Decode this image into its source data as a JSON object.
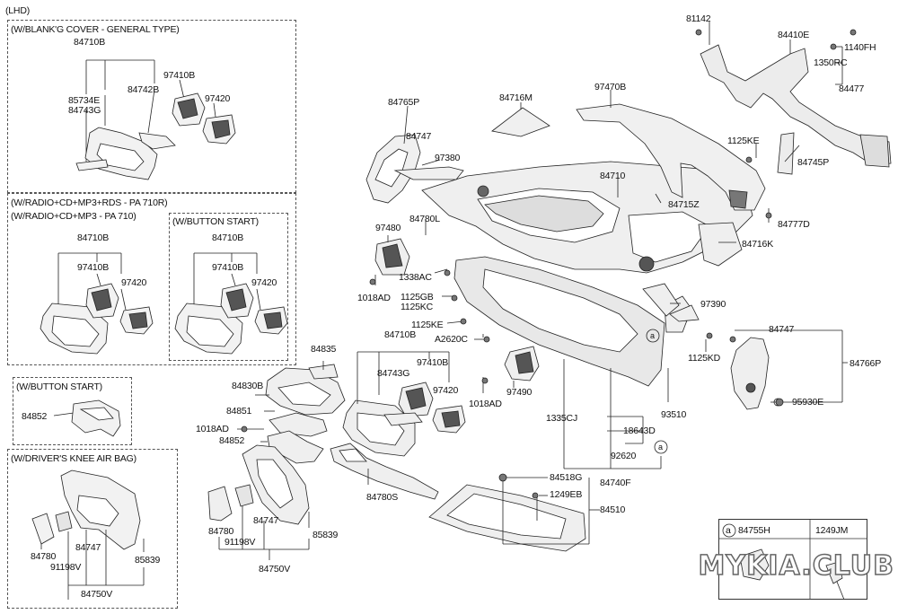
{
  "header": {
    "lhd": "(LHD)"
  },
  "boxes": {
    "blank_cover": "(W/BLANK'G COVER - GENERAL TYPE)",
    "radio_a": "(W/RADIO+CD+MP3+RDS - PA 710R)",
    "radio_b": "(W/RADIO+CD+MP3 - PA 710)",
    "button_start_inner": "(W/BUTTON START)",
    "button_start": "(W/BUTTON START)",
    "knee_airbag": "(W/DRIVER'S KNEE AIR BAG)"
  },
  "legend": {
    "circle": "a",
    "col1": "84755H",
    "col2": "1249JM"
  },
  "watermark": "MYKIA.CLUB",
  "labels": [
    "84710B",
    "85734E",
    "84743G",
    "84742B",
    "97410B",
    "97420",
    "84710B",
    "97410B",
    "97420",
    "84710B",
    "97410B",
    "97420",
    "84852",
    "84780",
    "91198V",
    "84747",
    "85839",
    "84750V",
    "84765P",
    "84747",
    "97380",
    "84716M",
    "97470B",
    "81142",
    "84410E",
    "1140FH",
    "1350RC",
    "84477",
    "1125KE",
    "84745P",
    "84710",
    "84715Z",
    "84777D",
    "97480",
    "84780L",
    "84716K",
    "1338AC",
    "1018AD",
    "1125GB",
    "1125KC",
    "97390",
    "1125KE",
    "A2620C",
    "84835",
    "84830B",
    "84710B",
    "84743G",
    "97410B",
    "97420",
    "84851",
    "1018AD",
    "84852",
    "97490",
    "1018AD",
    "1125KD",
    "84747",
    "84766P",
    "95930E",
    "1335CJ",
    "93510",
    "18643D",
    "92620",
    "84740F",
    "84780S",
    "84518G",
    "1249EB",
    "84510",
    "84780",
    "91198V",
    "84747",
    "85839",
    "84750V"
  ]
}
